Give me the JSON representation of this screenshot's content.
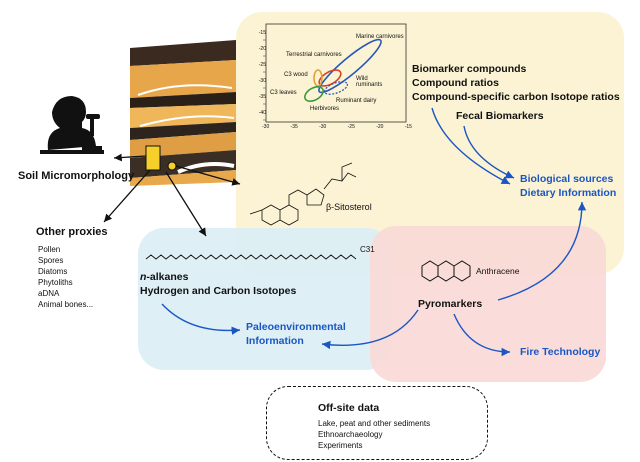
{
  "soil_micromorphology": "Soil Micromorphology",
  "other_proxies": {
    "title": "Other proxies",
    "items": [
      "Pollen",
      "Spores",
      "Diatoms",
      "Phytoliths",
      "aDNA",
      "Animal bones..."
    ]
  },
  "isotope_plot": {
    "series_labels": [
      "Marine carnivores",
      "Terrestrial carnivores",
      "C3 wood",
      "C3 leaves",
      "Wild ruminants",
      "Ruminant dairy",
      "Herbivores"
    ],
    "y_ticks": [
      "-15",
      "-20",
      "-25",
      "-30",
      "-35",
      "-40"
    ],
    "x_ticks": [
      "-30",
      "-35",
      "-30",
      "-25",
      "-20",
      "-15"
    ]
  },
  "yellow_panel": {
    "biomarker_lines": [
      "Biomarker compounds",
      "Compound ratios",
      "Compound-specific carbon Isotope ratios"
    ],
    "fecal": "Fecal Biomarkers",
    "sitosterol": "β-Sitosterol",
    "sources_line1": "Biological sources",
    "sources_line2": "Dietary Information"
  },
  "blue_panel": {
    "c31": "C31",
    "alkanes_italic": "n",
    "alkanes_rest": "-alkanes",
    "isotopes": "Hydrogen and Carbon Isotopes",
    "paleo_line1": "Paleoenvironmental",
    "paleo_line2": "Information"
  },
  "red_panel": {
    "anthracene": "Anthracene",
    "pyromarkers": "Pyromarkers",
    "fire": "Fire Technology"
  },
  "offsite": {
    "title": "Off-site data",
    "items": [
      "Lake, peat and other sediments",
      "Ethnoarchaeology",
      "Experiments"
    ]
  },
  "colors": {
    "yellow_panel": "#fbf3d3",
    "blue_panel": "#dceef4",
    "red_panel": "#f9d9d6",
    "accent_blue": "#1a56c4"
  }
}
